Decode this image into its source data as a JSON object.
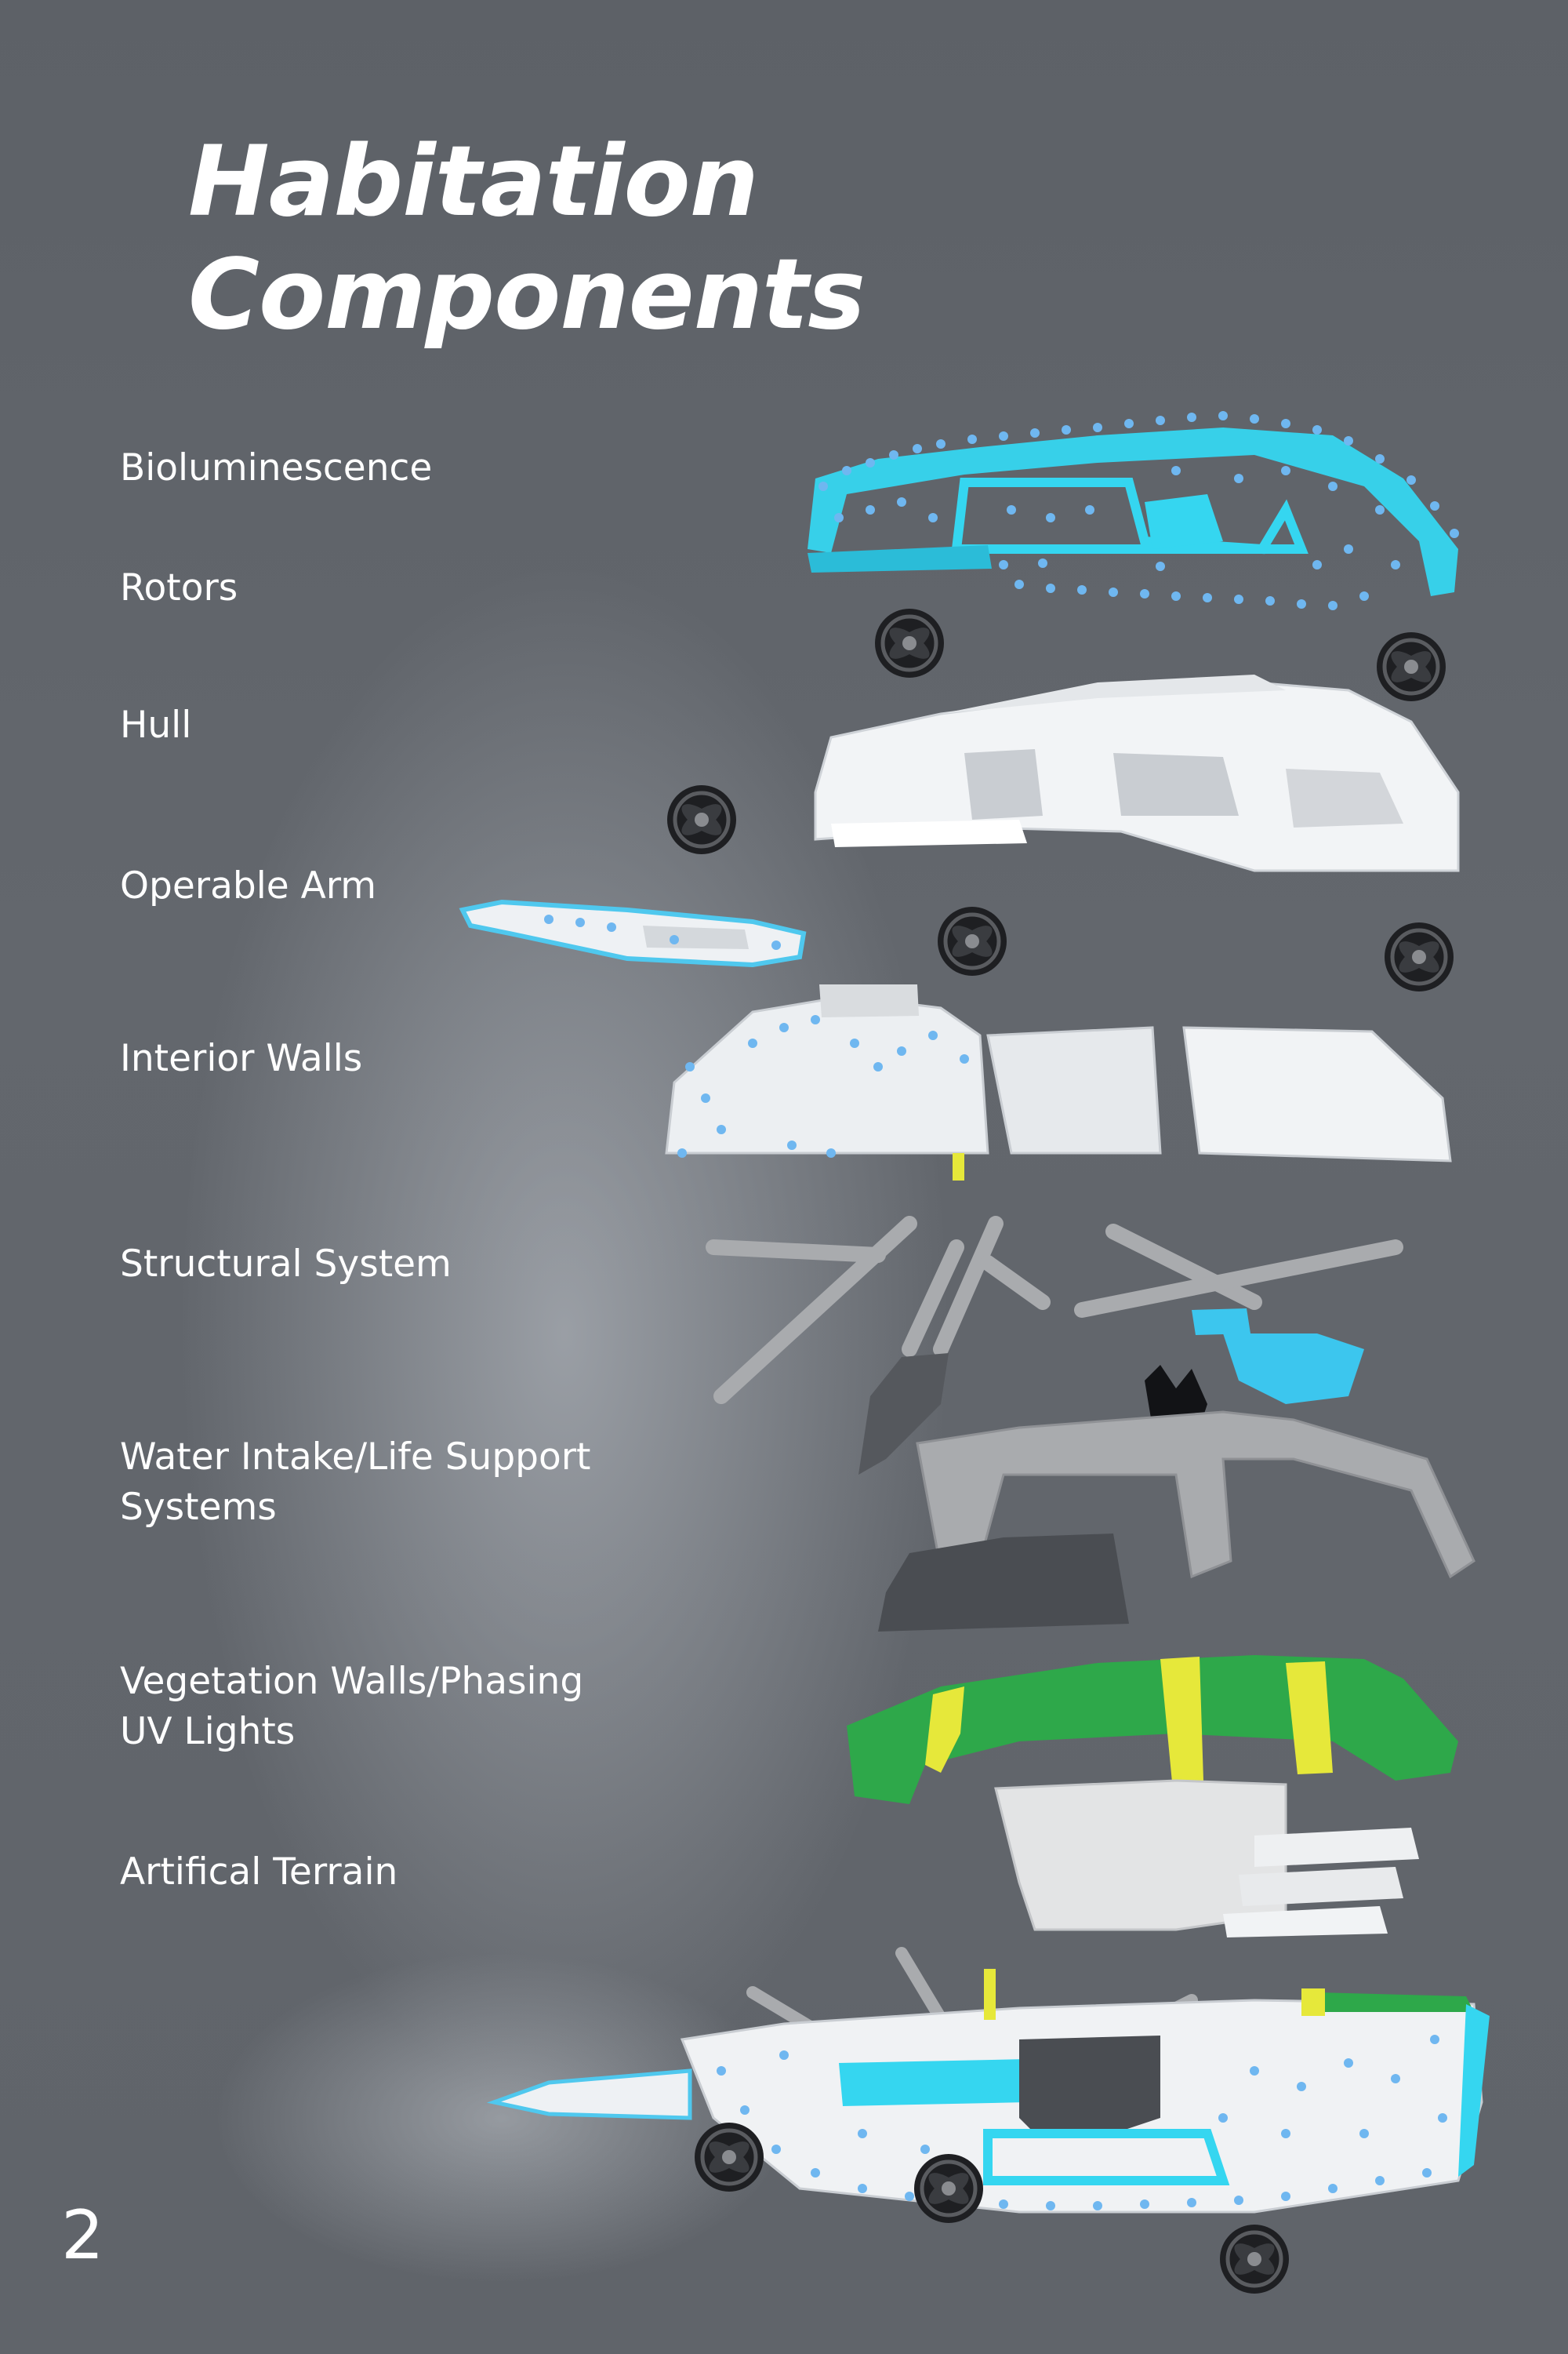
{
  "title": "Habitation Components",
  "components": [
    {
      "label": "Bioluminescence"
    },
    {
      "label": "Rotors"
    },
    {
      "label": "Hull"
    },
    {
      "label": "Operable Arm"
    },
    {
      "label": "Interior Walls"
    },
    {
      "label": "Structural System"
    },
    {
      "label": "Water Intake/Life Support\nSystems"
    },
    {
      "label": "Vegetation Walls/Phasing\nUV Lights"
    },
    {
      "label": "Artifical Terrain"
    }
  ],
  "page_number": "2",
  "colors": {
    "background": "#5e6268",
    "bioluminescence": "#35d6f0",
    "dots": "#6fb7f0",
    "hull": "#f2f4f6",
    "rotor": "#1e1f22",
    "structure": "#a9abae",
    "water": "#3cc6ee",
    "vegetation": "#2ea84a",
    "uv_light": "#e6e83a",
    "terrain": "#e3e4e5"
  }
}
